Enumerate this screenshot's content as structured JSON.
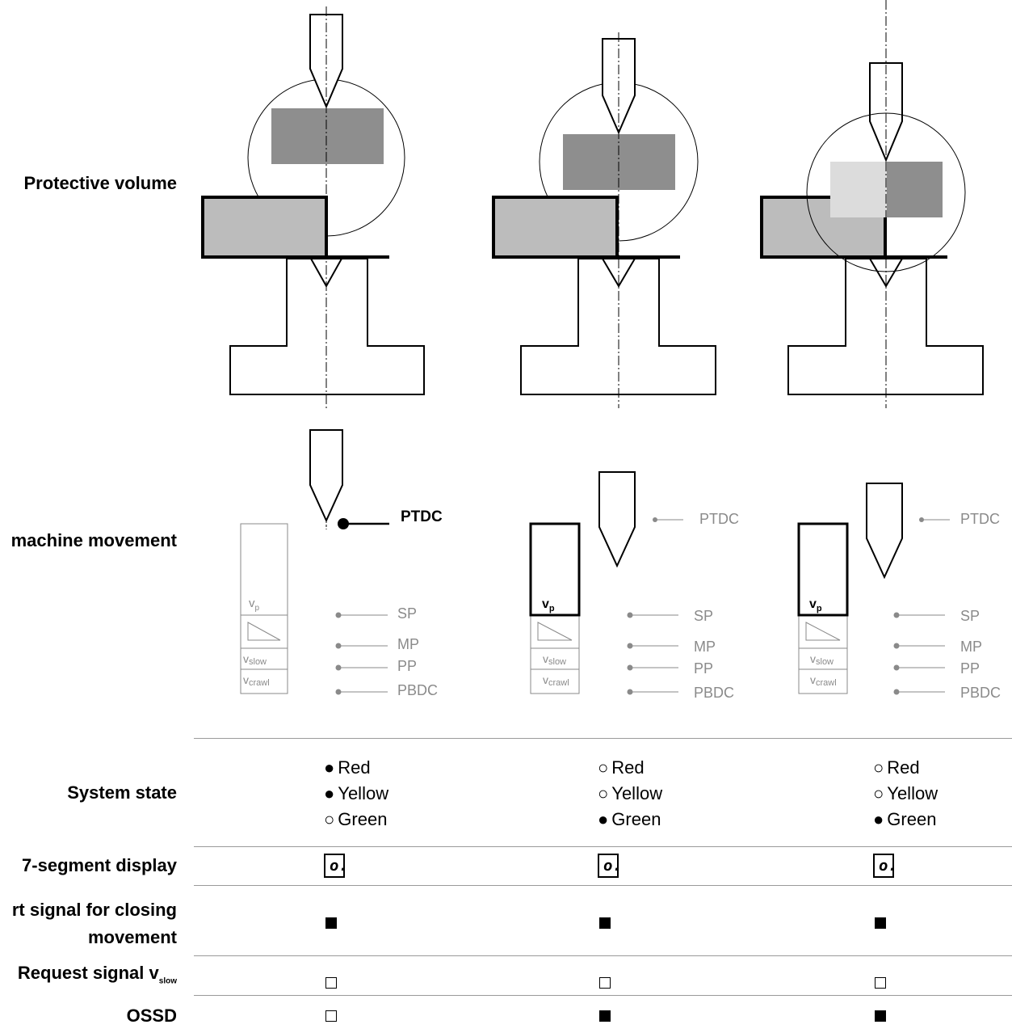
{
  "labels": {
    "protective_volume": "Protective volume",
    "machine_movement": "machine movement",
    "system_state": "System state",
    "seven_segment": "7-segment display",
    "start_signal_line1": "rt signal for closing",
    "start_signal_line2": "movement",
    "request_signal_main": "Request signal v",
    "request_signal_sub": "slow",
    "ossd": "OSSD"
  },
  "movement_labels": {
    "ptdc": "PTDC",
    "sp": "SP",
    "mp": "MP",
    "pp": "PP",
    "pbdc": "PBDC",
    "vp_main": "v",
    "vp_sub": "p",
    "vslow_main": "v",
    "vslow_sub": "slow",
    "vcrawl_main": "v",
    "vcrawl_sub": "crawl"
  },
  "states": {
    "red": "Red",
    "yellow": "Yellow",
    "green": "Green"
  },
  "columns": [
    {
      "red_on": true,
      "yellow_on": true,
      "green_on": false,
      "display": "o.",
      "start_signal": true,
      "request_vslow": false,
      "ossd": false
    },
    {
      "red_on": false,
      "yellow_on": false,
      "green_on": true,
      "display": "o.",
      "start_signal": true,
      "request_vslow": false,
      "ossd": true
    },
    {
      "red_on": false,
      "yellow_on": false,
      "green_on": true,
      "display": "o.",
      "start_signal": true,
      "request_vslow": false,
      "ossd": true
    }
  ],
  "symbols": {
    "filled": "●",
    "empty": "○"
  },
  "colors": {
    "dark_field": "#8e8e8e",
    "light_field": "#bcbcbc",
    "lightest_field": "#dcdcdc",
    "muted_text": "#8a8a8a",
    "divider": "#9a9a9a"
  }
}
